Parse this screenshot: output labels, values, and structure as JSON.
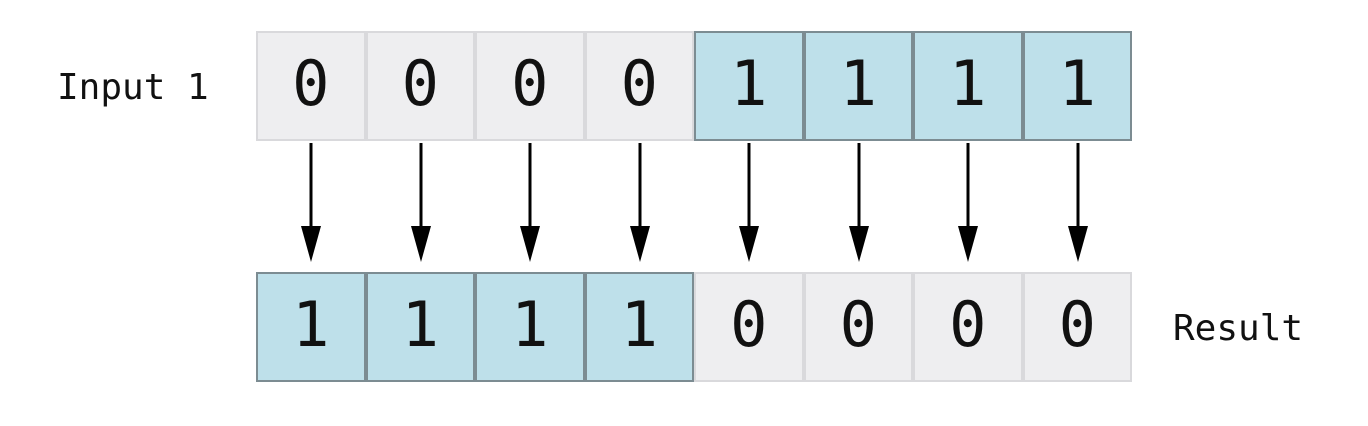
{
  "labels": {
    "input": "Input 1",
    "result": "Result"
  },
  "input_bits": [
    "0",
    "0",
    "0",
    "0",
    "1",
    "1",
    "1",
    "1"
  ],
  "result_bits": [
    "1",
    "1",
    "1",
    "1",
    "0",
    "0",
    "0",
    "0"
  ],
  "colors": {
    "bit_off_fill": "#eeeef0",
    "bit_on_fill": "#bee0ea",
    "arrow": "#000000"
  }
}
